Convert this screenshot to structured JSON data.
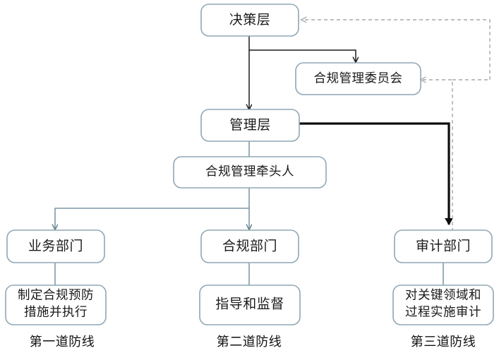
{
  "diagram": {
    "type": "org-chart",
    "title": "",
    "nodes": [
      {
        "id": "decision",
        "label": "决策层",
        "lines": [
          "决策层"
        ]
      },
      {
        "id": "committee",
        "label": "合规管理委员会",
        "lines": [
          "合规管理委员会"
        ]
      },
      {
        "id": "management",
        "label": "管理层",
        "lines": [
          "管理层"
        ]
      },
      {
        "id": "lead",
        "label": "合规管理牵头人",
        "lines": [
          "合规管理牵头人"
        ]
      },
      {
        "id": "business-dept",
        "label": "业务部门",
        "lines": [
          "业务部门"
        ]
      },
      {
        "id": "compliance-dept",
        "label": "合规部门",
        "lines": [
          "合规部门"
        ]
      },
      {
        "id": "audit-dept",
        "label": "审计部门",
        "lines": [
          "审计部门"
        ]
      },
      {
        "id": "business-duty",
        "label": "制定合规预防措施并执行",
        "lines": [
          "制定合规预防",
          "措施并执行"
        ]
      },
      {
        "id": "compliance-duty",
        "label": "指导和监督",
        "lines": [
          "指导和监督"
        ]
      },
      {
        "id": "audit-duty",
        "label": "对关键领域和过程实施审计",
        "lines": [
          "对关键领域和",
          "过程实施审计"
        ]
      }
    ],
    "defense_lines": [
      {
        "id": "first",
        "label": "第一道防线"
      },
      {
        "id": "second",
        "label": "第二道防线"
      },
      {
        "id": "third",
        "label": "第三道防线"
      }
    ],
    "colors": {
      "box_border": "#8fa7b4",
      "box_fill": "#ffffff",
      "connector_thin": "#7e99a8",
      "connector_dark": "#1a1a1a",
      "connector_bold": "#0d0d0d",
      "connector_dashed": "#a9a9a9",
      "text": "#1a1a1a",
      "background": "#ffffff"
    }
  }
}
